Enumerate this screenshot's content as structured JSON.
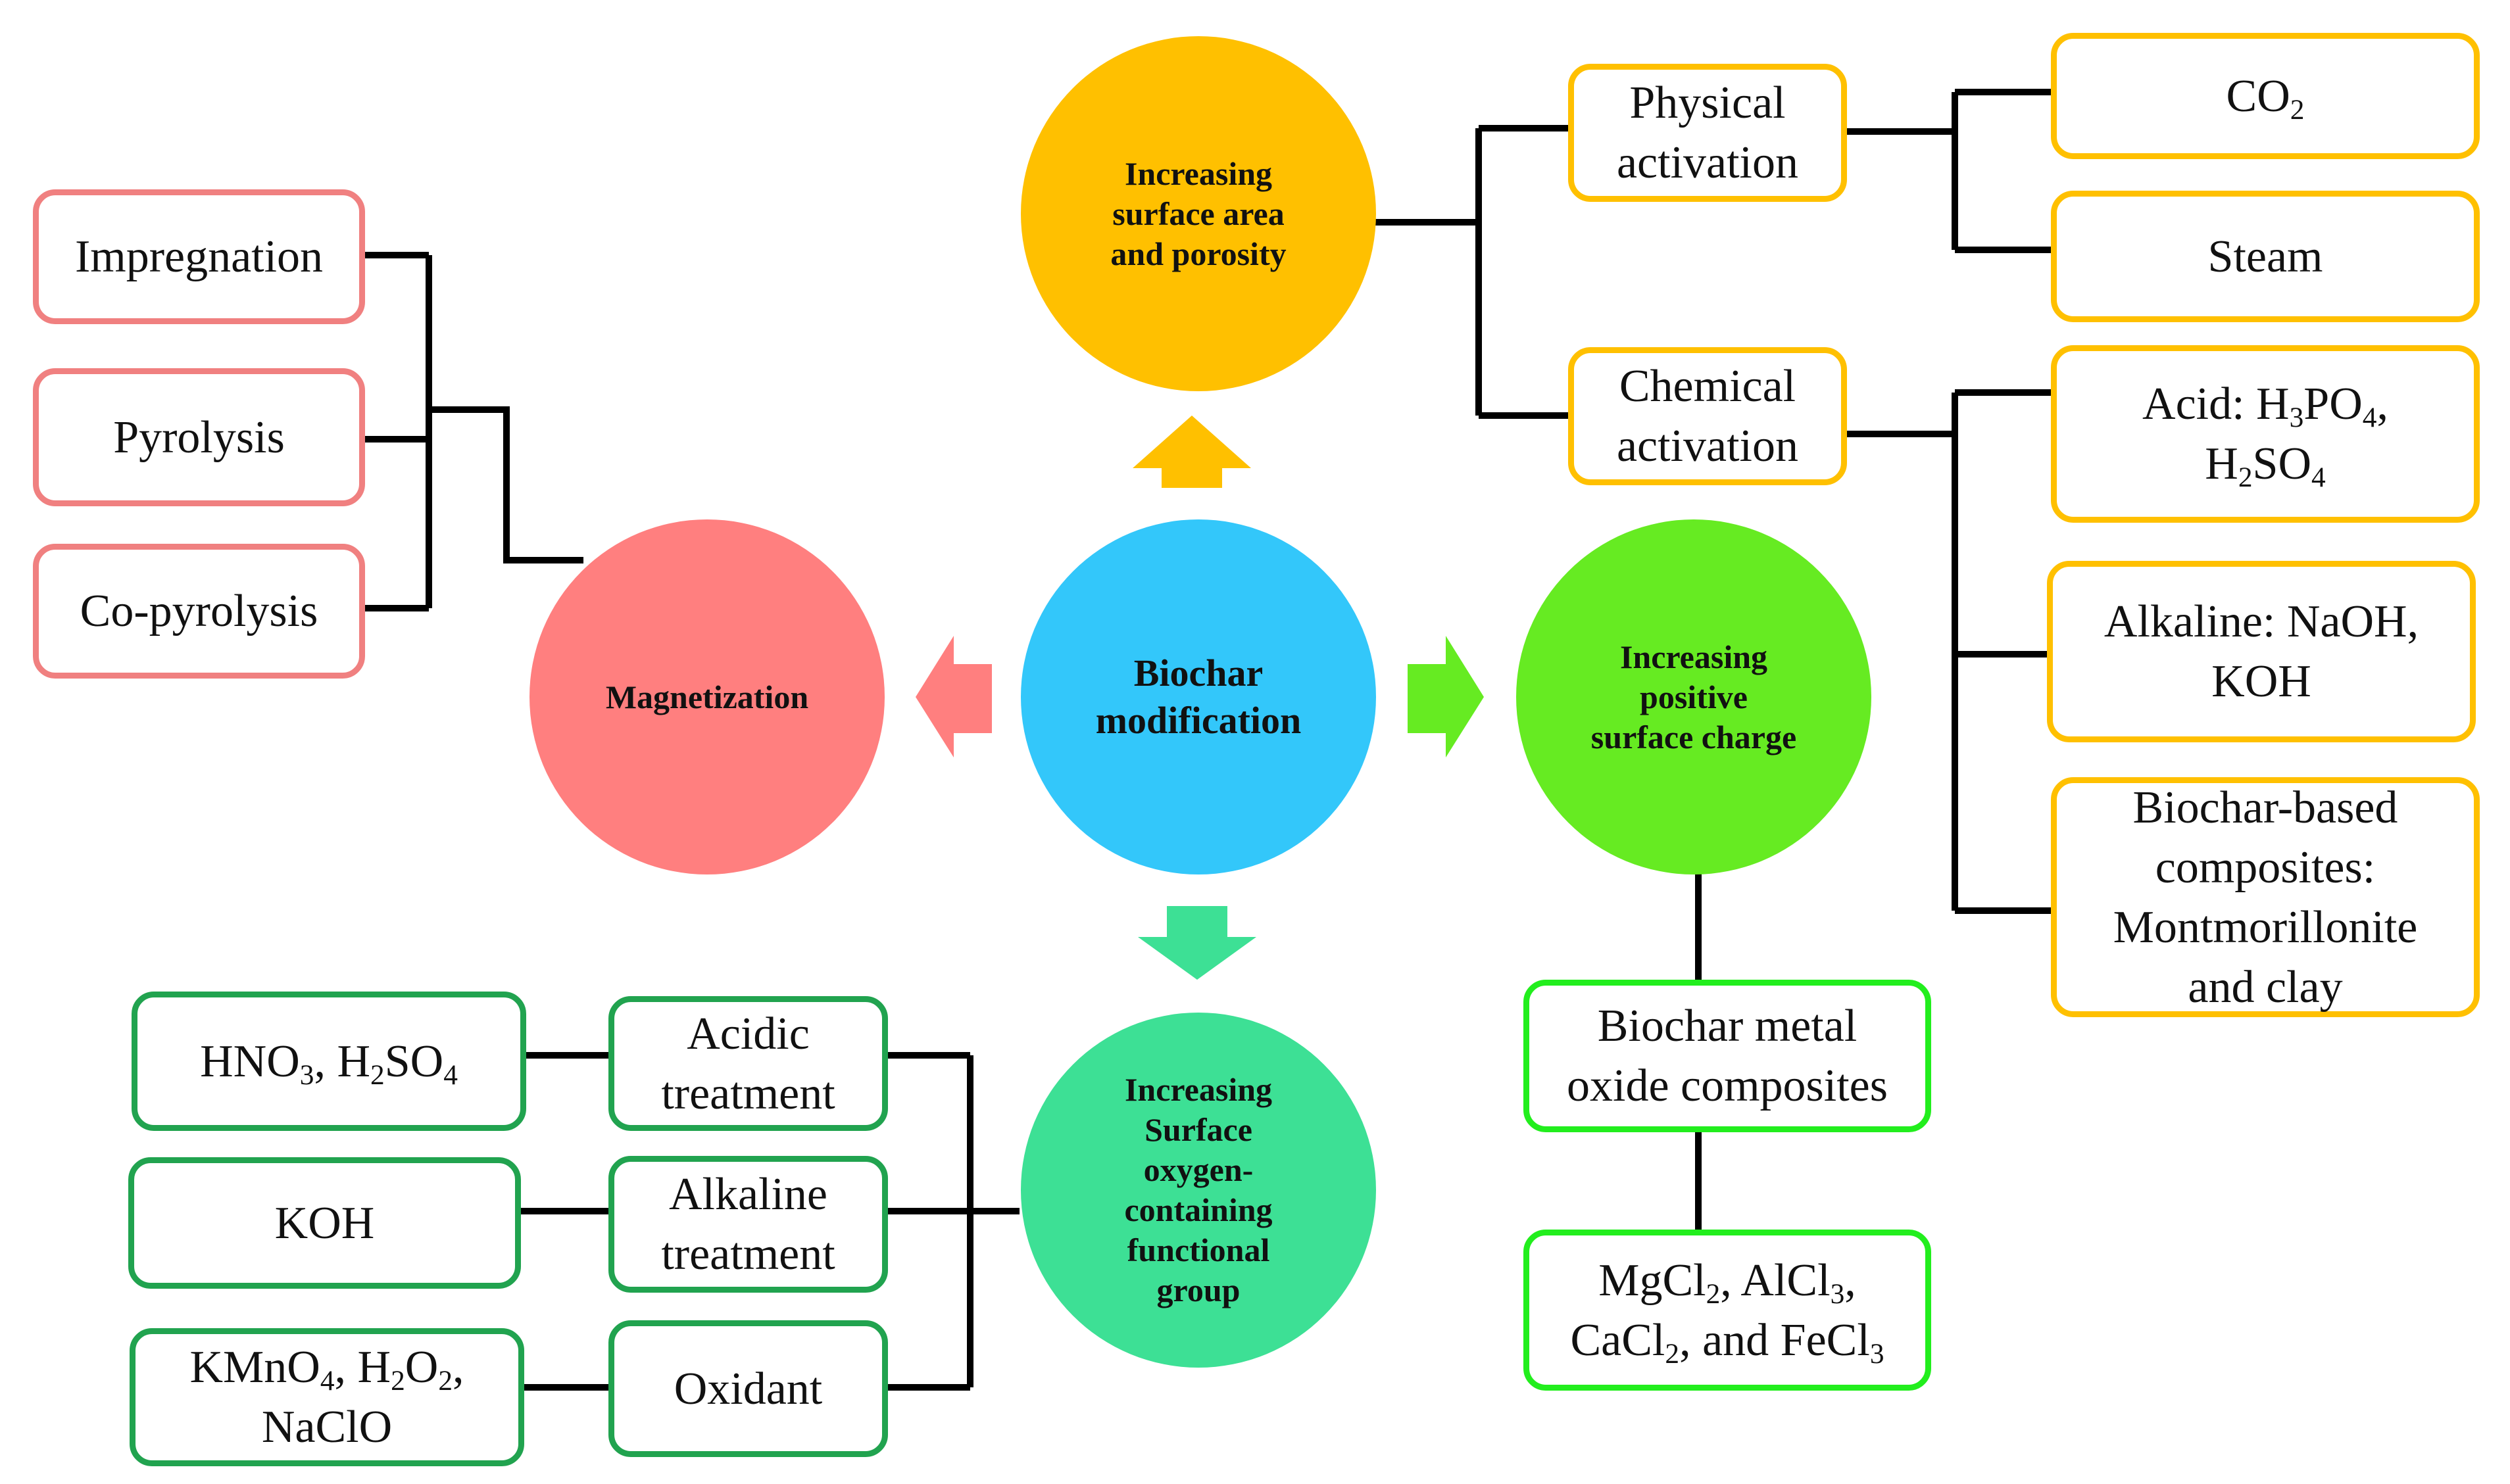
{
  "center": {
    "label": "Biochar\nmodification",
    "color": "#33C7FA"
  },
  "branches": {
    "porosity": {
      "label": "Increasing\nsurface area\nand porosity",
      "color": "#FFC000",
      "physical_activation": {
        "label": "Physical\nactivation",
        "agents": [
          {
            "parts": [
              [
                "CO",
                ""
              ],
              [
                "2",
                "sub"
              ]
            ]
          },
          {
            "parts": [
              [
                "Steam",
                ""
              ]
            ]
          }
        ]
      },
      "chemical_activation": {
        "label": "Chemical\nactivation",
        "agents": [
          {
            "parts": [
              [
                "Acid: H",
                ""
              ],
              [
                "3",
                "sub"
              ],
              [
                "PO",
                ""
              ],
              [
                "4",
                "sub"
              ],
              [
                ",\nH",
                ""
              ],
              [
                "2",
                "sub"
              ],
              [
                "SO",
                ""
              ],
              [
                "4",
                "sub"
              ]
            ]
          },
          {
            "parts": [
              [
                "Alkaline: NaOH,\nKOH",
                ""
              ]
            ]
          },
          {
            "parts": [
              [
                "Biochar-based\ncomposites:\nMontmorillonite\nand clay",
                ""
              ]
            ]
          }
        ]
      }
    },
    "magnetization": {
      "label": "Magnetization",
      "color": "#FF7F7F",
      "methods": [
        "Impregnation",
        "Pyrolysis",
        "Co-pyrolysis"
      ]
    },
    "positive_charge": {
      "label": "Increasing\npositive\nsurface charge",
      "color": "#66EB22",
      "composite": "Biochar metal\noxide composites",
      "salts": {
        "parts": [
          [
            "MgCl",
            ""
          ],
          [
            "2",
            "sub"
          ],
          [
            ", AlCl",
            ""
          ],
          [
            "3",
            "sub"
          ],
          [
            ",\nCaCl",
            ""
          ],
          [
            "2",
            "sub"
          ],
          [
            ", and FeCl",
            ""
          ],
          [
            "3",
            "sub"
          ]
        ]
      }
    },
    "oxygen_groups": {
      "label": "Increasing\nSurface\noxygen-\ncontaining\nfunctional\ngroup",
      "color": "#3DE095",
      "treatments": [
        {
          "label": "Acidic\ntreatment",
          "reagents": {
            "parts": [
              [
                "HNO",
                ""
              ],
              [
                "3",
                "sub"
              ],
              [
                ", H",
                ""
              ],
              [
                "2",
                "sub"
              ],
              [
                "SO",
                ""
              ],
              [
                "4",
                "sub"
              ]
            ]
          }
        },
        {
          "label": "Alkaline\ntreatment",
          "reagents": {
            "parts": [
              [
                "KOH",
                ""
              ]
            ]
          }
        },
        {
          "label": "Oxidant",
          "reagents": {
            "parts": [
              [
                "KMnO",
                ""
              ],
              [
                "4",
                "sub"
              ],
              [
                ", H",
                ""
              ],
              [
                "2",
                "sub"
              ],
              [
                "O",
                ""
              ],
              [
                "2",
                "sub"
              ],
              [
                ",\nNaClO",
                ""
              ]
            ]
          }
        }
      ]
    }
  },
  "colors": {
    "orange": "#FFC000",
    "pink": "#F08080",
    "green_border": "#21A34F",
    "lime_border": "#22EE1D",
    "arrow_up": "#FFC000",
    "arrow_left": "#FF7F7F",
    "arrow_right": "#66EB22",
    "arrow_down": "#3DE095",
    "connector": "#000000"
  }
}
